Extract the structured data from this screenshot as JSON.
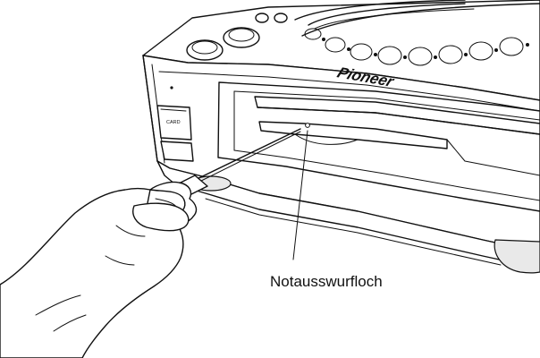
{
  "diagram": {
    "callout_label": "Notausswurfloch",
    "brand_logo_text": "Pioneer",
    "card_slot_label": "CARD"
  },
  "icons": {
    "device": "cd-player-icon",
    "hand": "hand-icon",
    "pin": "eject-pin-icon"
  }
}
